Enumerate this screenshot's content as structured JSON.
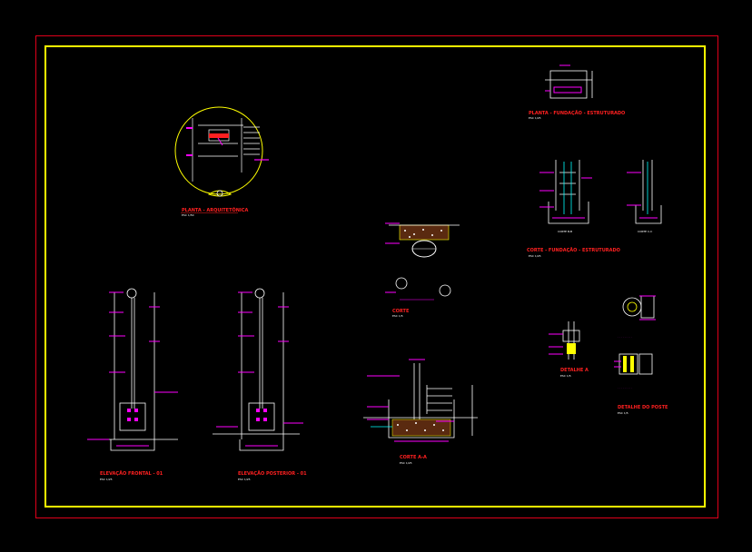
{
  "drawing": {
    "colors": {
      "background": "#000000",
      "outer_border": "#e0001a",
      "inner_border": "#ffff00",
      "structure": "#ffffff",
      "dimension": "#ff00ff",
      "title": "#ff2020",
      "hatch": "#ffff00",
      "leader": "#00ffff"
    },
    "views": [
      {
        "id": "planta-arquitetonica",
        "title": "PLANTA - ARQUITETÔNICA",
        "scale": "ESC 1/50"
      },
      {
        "id": "planta-fundacao",
        "title": "PLANTA - FUNDAÇÃO - ESTRUTURADO",
        "scale": "ESC 1/25"
      },
      {
        "id": "corte-fundacao",
        "title": "CORTE - FUNDAÇÃO - ESTRUTURADO",
        "scale": "ESC 1/25"
      },
      {
        "id": "corte-b",
        "title": "CORTE B-B",
        "scale": ""
      },
      {
        "id": "corte-c",
        "title": "CORTE C-C",
        "scale": ""
      },
      {
        "id": "corte-mid",
        "title": "CORTE",
        "scale": "ESC 1/5"
      },
      {
        "id": "elevacao-frontal",
        "title": "ELEVAÇÃO FRONTAL - 01",
        "scale": "ESC 1/25"
      },
      {
        "id": "elevacao-posterior",
        "title": "ELEVAÇÃO POSTERIOR - 01",
        "scale": "ESC 1/25"
      },
      {
        "id": "corte-aa",
        "title": "CORTE A-A",
        "scale": "ESC 1/25"
      },
      {
        "id": "detalhe-a",
        "title": "DETALHE A",
        "scale": "ESC 1/5"
      },
      {
        "id": "detalhe-poste",
        "title": "DETALHE DO POSTE",
        "scale": "ESC 1/5"
      }
    ]
  }
}
